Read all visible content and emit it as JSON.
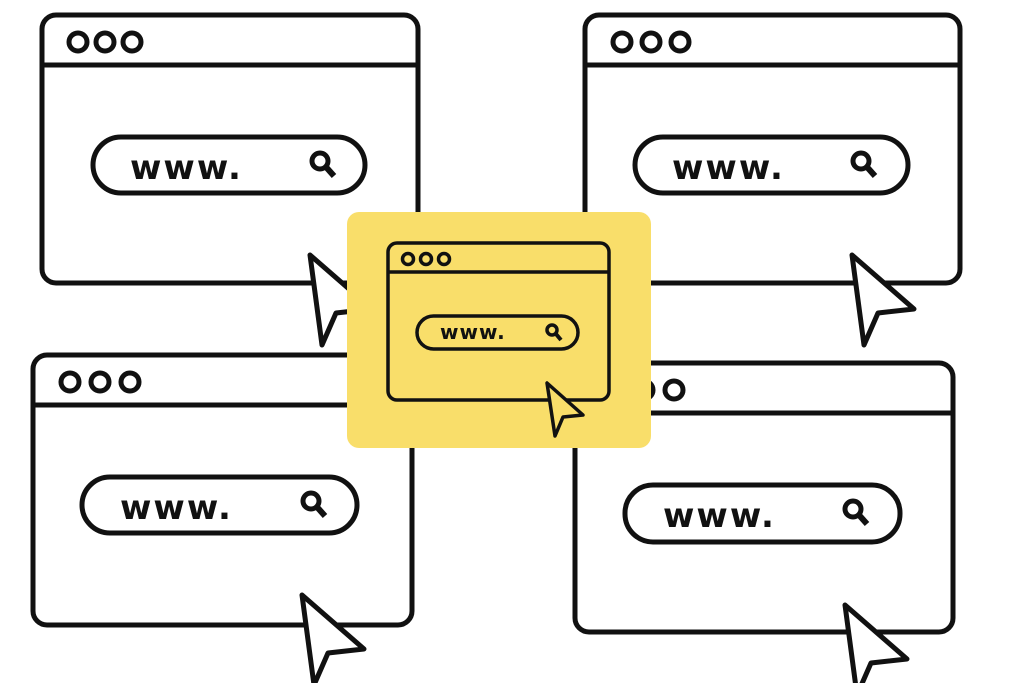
{
  "windows": [
    {
      "url_text": "www."
    },
    {
      "url_text": "www."
    },
    {
      "url_text": "www."
    },
    {
      "url_text": "www."
    }
  ],
  "featured_window": {
    "url_text": "www."
  },
  "colors": {
    "accent": "#F9DE6A",
    "stroke": "#111111",
    "background": "#FFFFFF"
  }
}
